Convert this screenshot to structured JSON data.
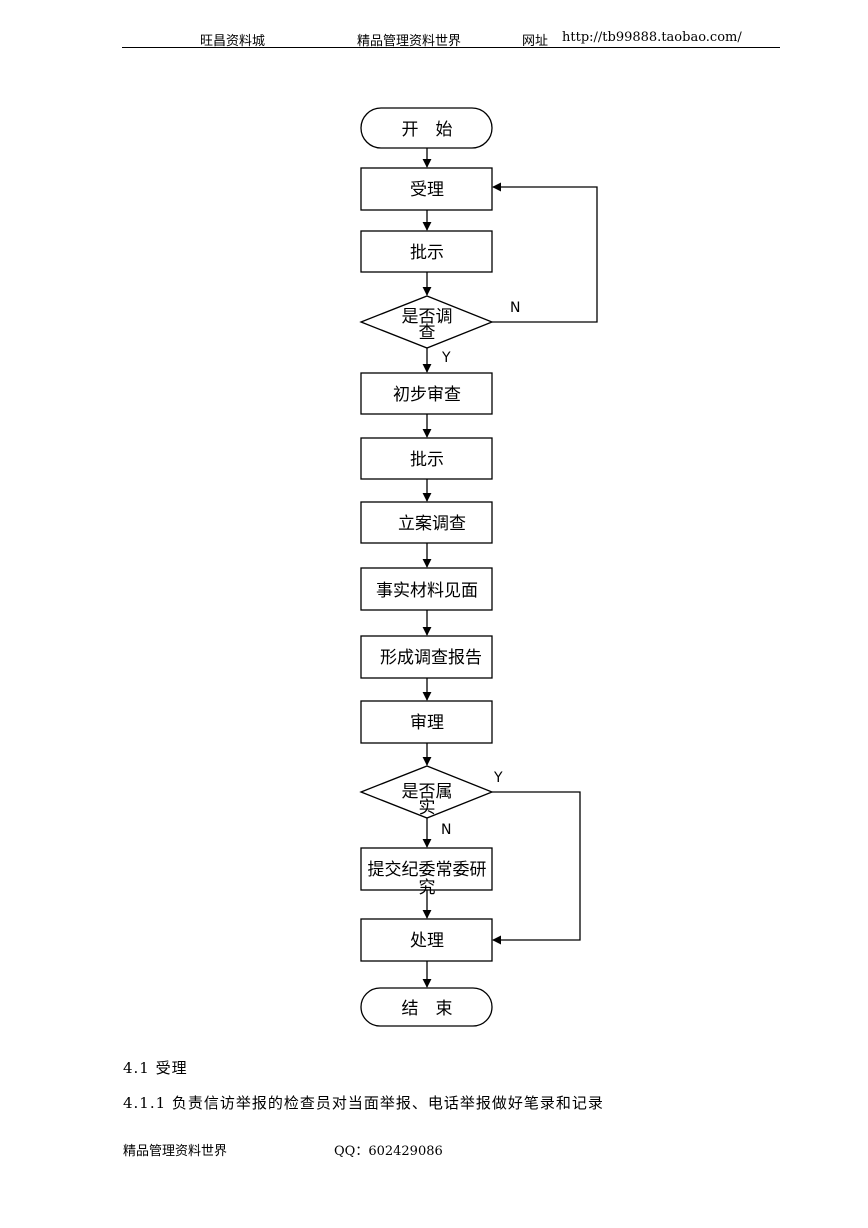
{
  "header": {
    "left": "旺昌资料城",
    "center": "精品管理资料世界",
    "url_label": "网址",
    "url": "http://tb99888.taobao.com/"
  },
  "flowchart": {
    "nodes": [
      {
        "id": "start",
        "label": "开　始",
        "shape": "terminator"
      },
      {
        "id": "accept",
        "label": "受理",
        "shape": "process"
      },
      {
        "id": "approve1",
        "label": "批示",
        "shape": "process"
      },
      {
        "id": "investigate_q_line1",
        "label": "是否调",
        "shape": "decision"
      },
      {
        "id": "investigate_q_line2",
        "label": "查"
      },
      {
        "id": "prelim_review",
        "label": "初步审查",
        "shape": "process"
      },
      {
        "id": "approve2",
        "label": "批示",
        "shape": "process"
      },
      {
        "id": "case_investigation",
        "label": "立案调查",
        "shape": "process"
      },
      {
        "id": "material_meeting",
        "label": "事实材料见面",
        "shape": "process"
      },
      {
        "id": "report",
        "label": "形成调查报告",
        "shape": "process"
      },
      {
        "id": "trial",
        "label": "审理",
        "shape": "process"
      },
      {
        "id": "fact_q_line1",
        "label": "是否属",
        "shape": "decision"
      },
      {
        "id": "fact_q_line2",
        "label": "实"
      },
      {
        "id": "submit_line1",
        "label": "提交纪委常委研",
        "shape": "process"
      },
      {
        "id": "submit_line2",
        "label": "究"
      },
      {
        "id": "handle",
        "label": "处理",
        "shape": "process"
      },
      {
        "id": "end",
        "label": "结　束",
        "shape": "terminator"
      }
    ],
    "edge_labels": {
      "investigate_no": "N",
      "investigate_yes": "Y",
      "fact_yes": "Y",
      "fact_no": "N"
    }
  },
  "body": {
    "section_title": "4.1 受理",
    "paragraph": "4.1.1 负责信访举报的检查员对当面举报、电话举报做好笔录和记录"
  },
  "footer": {
    "left": "精品管理资料世界",
    "qq": "QQ：602429086"
  }
}
